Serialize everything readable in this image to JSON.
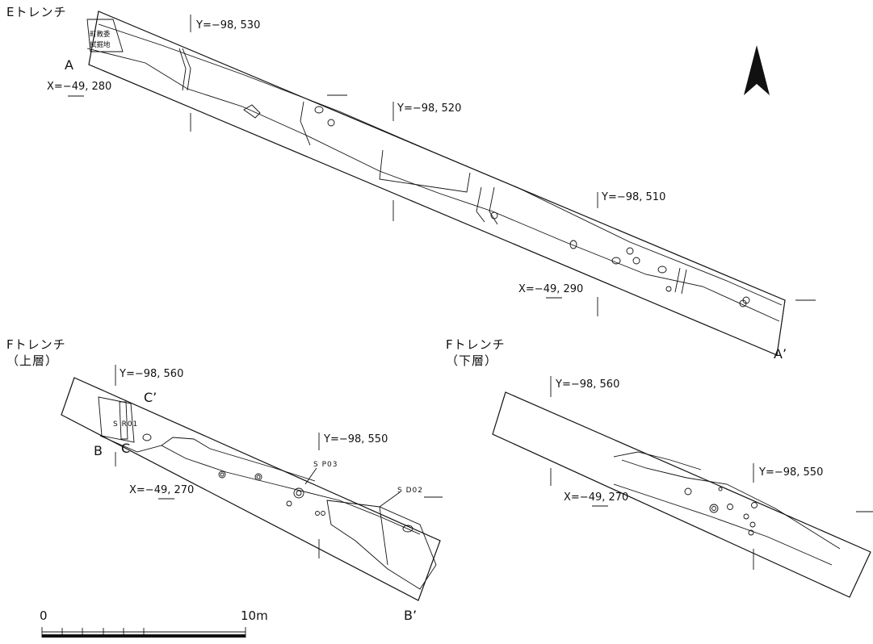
{
  "e_trench": {
    "title": "Eトレンチ",
    "section_start": "A",
    "section_end": "A’",
    "note_line1": "町教委",
    "note_line2": "試掘地",
    "y_coords": [
      "Y=−98, 530",
      "Y=−98, 520",
      "Y=−98, 510"
    ],
    "x_coords": [
      "X=−49, 280",
      "X=−49, 290"
    ]
  },
  "f_upper": {
    "title_line1": "Fトレンチ",
    "title_line2": "（上層）",
    "y_coords": [
      "Y=−98, 560",
      "Y=−98, 550"
    ],
    "x_coord": "X=−49, 270",
    "labels": {
      "b": "B",
      "b_prime": "B’",
      "c": "C",
      "c_prime": "C’",
      "sr01": "S R01",
      "sp03": "S P03",
      "sd02": "S D02"
    }
  },
  "f_lower": {
    "title_line1": "Fトレンチ",
    "title_line2": "（下層）",
    "y_coords": [
      "Y=−98, 560",
      "Y=−98, 550"
    ],
    "x_coord": "X=−49, 270"
  },
  "scale": {
    "start": "0",
    "end": "10m"
  },
  "north_arrow": "north-arrow"
}
